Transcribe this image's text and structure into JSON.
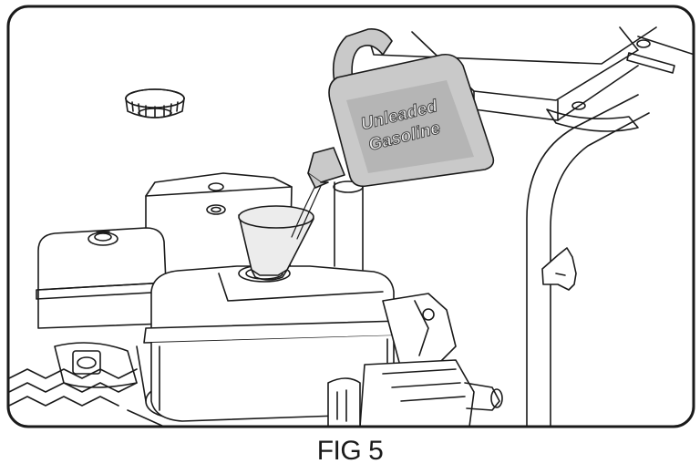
{
  "figure": {
    "caption": "FIG 5",
    "can_label_line1": "Unleaded",
    "can_label_line2": "Gasoline"
  },
  "colors": {
    "line": "#1a1a1a",
    "can_fill": "#c9c9c9",
    "can_label_fill": "#b5b5b5",
    "funnel_fill": "#ececec",
    "background": "#ffffff"
  }
}
